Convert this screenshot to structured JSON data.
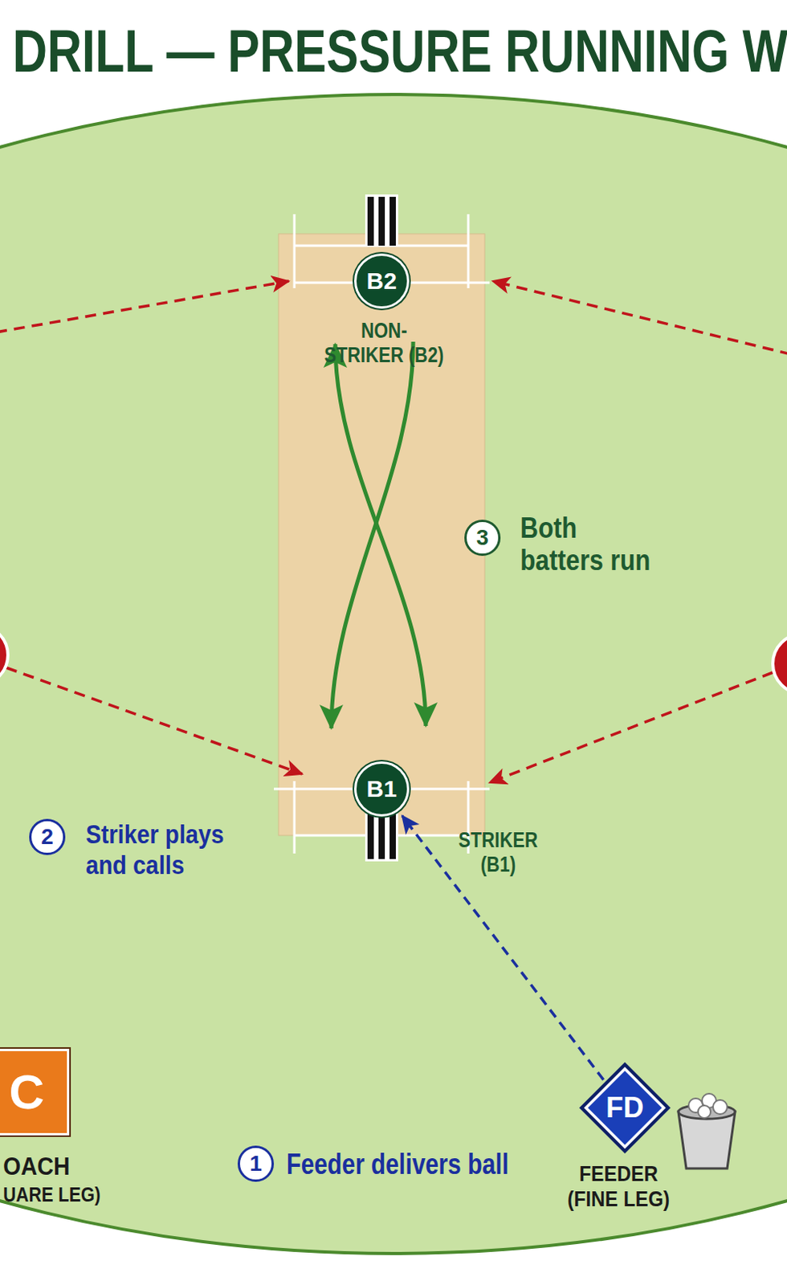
{
  "diagram": {
    "title": "DRILL — PRESSURE RUNNING W",
    "nodes": [
      {
        "text": [
          "B2",
          "NON-STRIKER (B2)"
        ]
      },
      {
        "text": [
          "B1",
          "STRIKER (B1)"
        ]
      },
      {
        "text": [
          "C",
          "OACH",
          "UARE LEG)"
        ]
      },
      {
        "text": [
          "FD",
          "FEEDER (FINE LEG)"
        ]
      }
    ],
    "edges": [
      {
        "from": 3,
        "to": 1,
        "arrow": "to"
      },
      {
        "from": 0,
        "to": 1,
        "arrow": "to"
      },
      {
        "from": 1,
        "to": 0,
        "arrow": "both"
      }
    ],
    "labels": [
      "3",
      "Both batters run",
      "2",
      "Striker plays and calls",
      "1",
      "Feeder delivers ball"
    ]
  }
}
